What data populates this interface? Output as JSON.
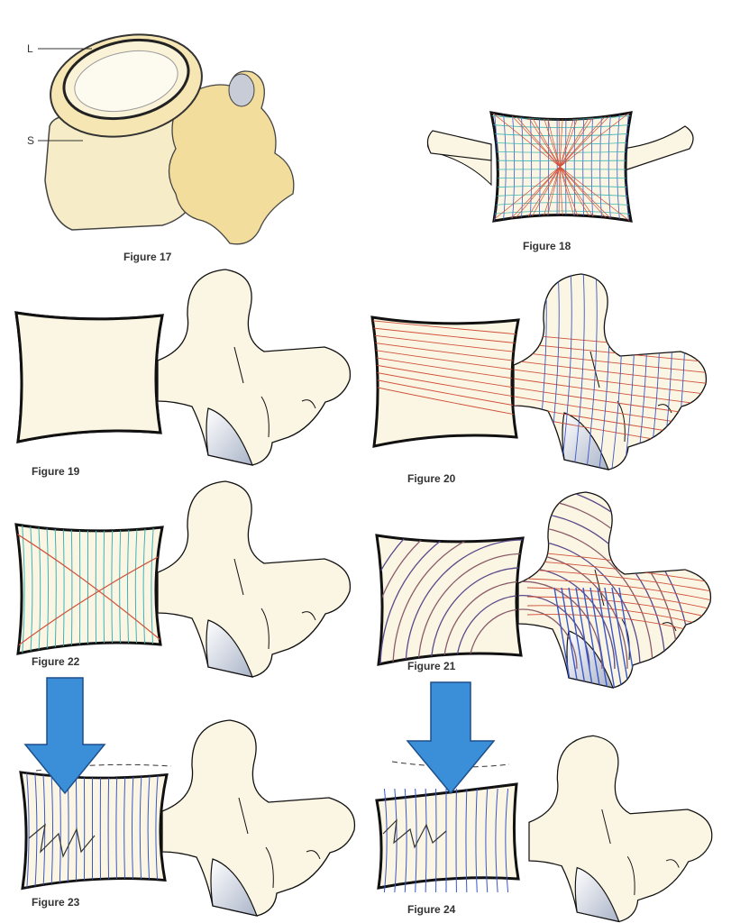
{
  "figure17": {
    "caption": "Figure 17",
    "label_L": "L",
    "label_S": "S"
  },
  "figure18": {
    "caption": "Figure 18"
  },
  "figure19": {
    "caption": "Figure 19"
  },
  "figure20": {
    "caption": "Figure 20"
  },
  "figure21": {
    "caption": "Figure 21"
  },
  "figure22": {
    "caption": "Figure 22"
  },
  "figure23": {
    "caption": "Figure 23"
  },
  "figure24": {
    "caption": "Figure 24"
  },
  "colors": {
    "bone": "#fbf6e3",
    "bone_yellow": "#f1dfa6",
    "blue_line": "#3a56c8",
    "red_line": "#d0503a",
    "teal_line": "#3cb4b4",
    "arrow": "#3a8fd8",
    "outline": "#111111"
  }
}
